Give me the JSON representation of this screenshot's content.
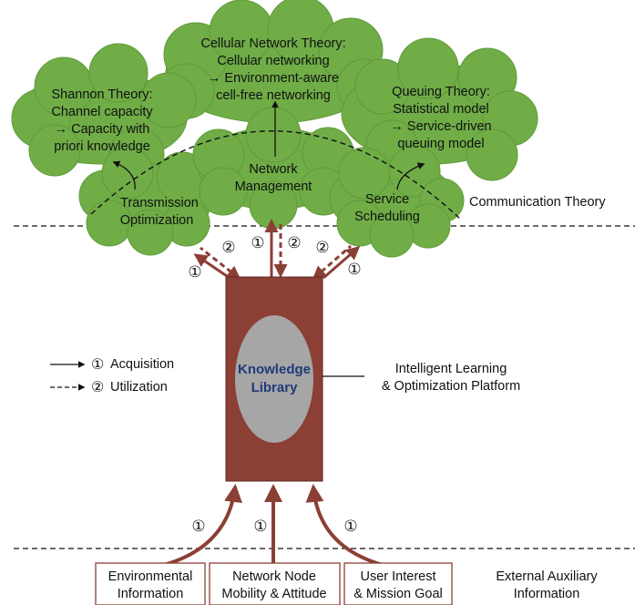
{
  "crown": {
    "shannon": [
      "Shannon Theory:",
      "Channel capacity",
      "→  Capacity with",
      "priori knowledge"
    ],
    "cellular": [
      "Cellular Network Theory:",
      "Cellular networking",
      "→ Environment-aware",
      "cell-free networking"
    ],
    "queuing": [
      "Queuing Theory:",
      "Statistical model",
      "→ Service-driven",
      "queuing model"
    ],
    "transmission": [
      "Transmission",
      "Optimization"
    ],
    "network": [
      "Network",
      "Management"
    ],
    "service": [
      "Service",
      "Scheduling"
    ]
  },
  "labels": {
    "communication_theory": "Communication Theory",
    "platform": [
      "Intelligent Learning",
      "& Optimization Platform"
    ],
    "external": [
      "External Auxiliary",
      "Information"
    ]
  },
  "trunk": {
    "knowledge": [
      "Knowledge",
      "Library"
    ]
  },
  "legend": {
    "acquisition": "Acquisition",
    "utilization": "Utilization"
  },
  "markers": {
    "one": "①",
    "two": "②"
  },
  "sources": [
    [
      "Environmental",
      "Information"
    ],
    [
      "Network Node",
      "Mobility & Attitude"
    ],
    [
      "User Interest",
      "& Mission Goal"
    ]
  ],
  "colors": {
    "foliage": "#70ad47",
    "foliage_dark": "#5f9b3a",
    "trunk": "#8b3f35",
    "ellipse": "#a6a6a6",
    "knowledge_text": "#1f3a7a"
  }
}
